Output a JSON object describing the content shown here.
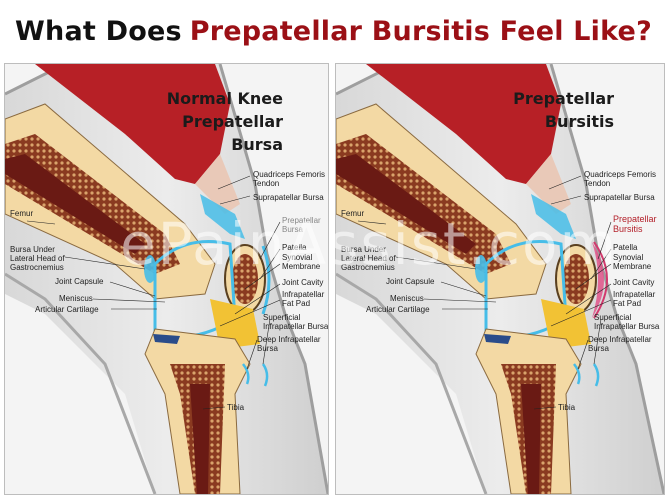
{
  "title": {
    "part1": "What Does",
    "part2": "Prepatellar Bursitis Feel Like?"
  },
  "left_panel": {
    "heading": [
      "Normal Knee",
      "Prepatellar",
      "Bursa"
    ],
    "labels": {
      "quadriceps": [
        "Quadriceps Femoris",
        "Tendon"
      ],
      "suprapatellar": "Suprapatellar Bursa",
      "prepatellar": [
        "Prepatellar",
        "Bursa"
      ],
      "femur": "Femur",
      "bursa_under": [
        "Bursa Under",
        "Lateral Head of",
        "Gastrocnemius"
      ],
      "patella": "Patella",
      "synovial": [
        "Synovial",
        "Membrane"
      ],
      "joint_capsule": "Joint Capsule",
      "joint_cavity": "Joint Cavity",
      "meniscus": "Meniscus",
      "infrapatellar_fat": [
        "Infrapatellar",
        "Fat Pad"
      ],
      "articular": "Articular Cartilage",
      "superficial": [
        "Superficial",
        "Infrapatellar Bursa"
      ],
      "deep": [
        "Deep Infrapatellar",
        "Bursa"
      ],
      "tibia": "Tibia"
    }
  },
  "right_panel": {
    "heading": [
      "Prepatellar",
      "Bursitis"
    ],
    "labels": {
      "quadriceps": [
        "Quadriceps Femoris",
        "Tendon"
      ],
      "suprapatellar": "Suprapatellar Bursa",
      "prepatellar": [
        "Prepatellar",
        "Bursitis"
      ],
      "femur": "Femur",
      "bursa_under": [
        "Bursa Under",
        "Lateral Head of",
        "Gastrocnemius"
      ],
      "patella": "Patella",
      "synovial": [
        "Synovial",
        "Membrane"
      ],
      "joint_capsule": "Joint Capsule",
      "joint_cavity": "Joint Cavity",
      "meniscus": "Meniscus",
      "infrapatellar_fat": [
        "Infrapatellar",
        "Fat Pad"
      ],
      "articular": "Articular Cartilage",
      "superficial": [
        "Superficial",
        "Infrapatellar Bursa"
      ],
      "deep": [
        "Deep Infrapatellar",
        "Bursa"
      ],
      "tibia": "Tibia"
    }
  },
  "watermark": "ePainAssist.com",
  "colors": {
    "title_dark": "#111111",
    "title_accent": "#9b1016",
    "muscle": "#b72026",
    "bone_shell": "#f3d9a4",
    "marrow": "#6a1a14",
    "fat_pad": "#f2c234",
    "bursa_blue": "#46bde8",
    "inflamed": "#e0548a"
  }
}
